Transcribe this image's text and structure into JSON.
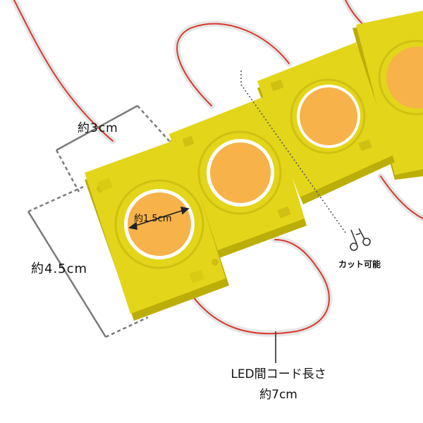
{
  "colors": {
    "module_body": "#e3d51a",
    "module_shadow": "#bcae08",
    "led_face": "#f7b24a",
    "wire_white": "#f2f2f2",
    "wire_red": "#d8392b",
    "dimension_line": "#7a7a7a"
  },
  "icons": {
    "scissors": "scissors-icon"
  },
  "labels": {
    "module_width": "約3cm",
    "module_height": "約4.5cm",
    "led_diameter": "約1.5cm",
    "cuttable": "カット可能",
    "cord_length_line1": "LED間コード長さ",
    "cord_length_line2": "約7cm"
  }
}
